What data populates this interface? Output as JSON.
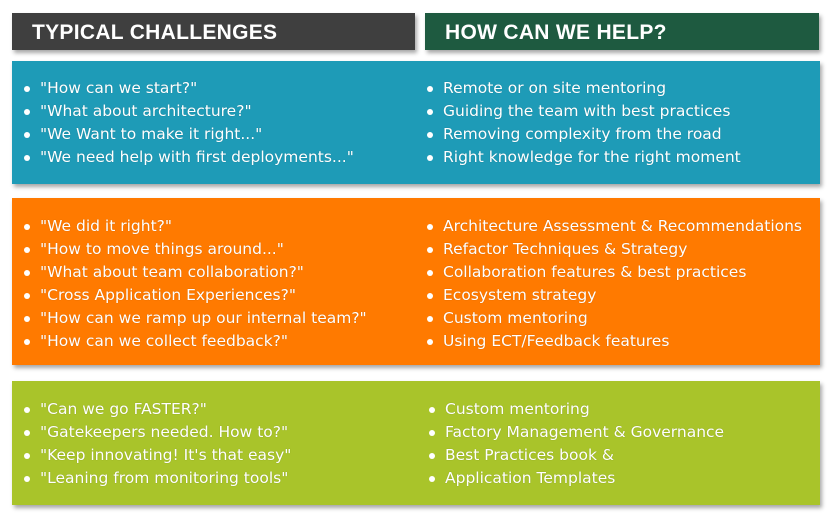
{
  "colors": {
    "header_left_bg": "#3f3f3f",
    "header_right_bg": "#1e5a40",
    "band_blue": "#1e9bb7",
    "band_orange": "#ff7a00",
    "band_green": "#a9c42a"
  },
  "headers": {
    "left": "TYPICAL CHALLENGES",
    "right": "HOW CAN WE HELP?"
  },
  "bands": [
    {
      "challenges": [
        "\"How can we start?\"",
        "\"What about architecture?\"",
        "\"We Want to make it right...\"",
        "\"We need help with first deployments...\""
      ],
      "help": [
        "Remote or on site mentoring",
        "Guiding the team with best practices",
        "Removing complexity from the road",
        "Right knowledge for the right moment"
      ]
    },
    {
      "challenges": [
        "\"We did it right?\"",
        "\"How to move things around...\"",
        "\"What about team collaboration?\"",
        "\"Cross Application Experiences?\"",
        "\"How can we ramp up our internal team?\"",
        "\"How can we collect feedback?\""
      ],
      "help": [
        "Architecture Assessment & Recommendations",
        "Refactor Techniques & Strategy",
        "Collaboration features & best practices",
        "Ecosystem strategy",
        "Custom mentoring",
        "Using ECT/Feedback features"
      ]
    },
    {
      "challenges": [
        "\"Can we go FASTER?\"",
        "\"Gatekeepers needed. How to?\"",
        "\"Keep innovating! It's that easy\"",
        "\"Leaning from monitoring tools\""
      ],
      "help": [
        "Custom mentoring",
        "Factory Management & Governance",
        "Best Practices book &",
        "Application Templates"
      ]
    }
  ]
}
